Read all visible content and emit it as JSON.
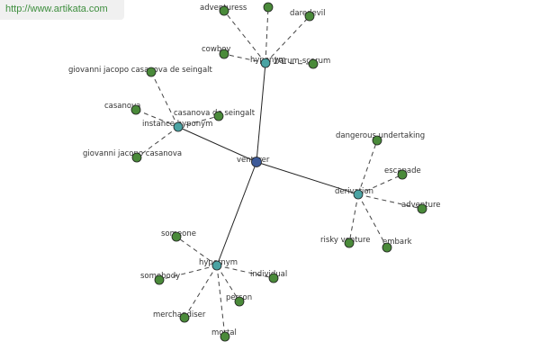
{
  "watermark": "http://www.artikata.com",
  "colors": {
    "center": "#3d5a99",
    "hub": "#4aa3a3",
    "leaf": "#4a8a3a",
    "edge": "#222222",
    "dashed_edge": "#444444"
  },
  "graph": {
    "center": {
      "id": "venturer",
      "label": "venturer"
    },
    "hubs": [
      {
        "id": "hyponym",
        "label": "hyponym",
        "leaves": [
          "adventuress",
          "daredevil",
          "harum-scarum",
          "cowboy",
          ""
        ]
      },
      {
        "id": "instance-hyponym",
        "label": "instance hyponym",
        "leaves": [
          "giovanni jacopo casanova de seingalt",
          "casanova",
          "casanova de seingalt",
          "giovanni jacopo casanova"
        ]
      },
      {
        "id": "derivation",
        "label": "derivation",
        "leaves": [
          "dangerous undertaking",
          "escapade",
          "adventure",
          "embark",
          "risky venture"
        ]
      },
      {
        "id": "hypernym",
        "label": "hypernym",
        "leaves": [
          "someone",
          "somebody",
          "individual",
          "person",
          "merchandiser",
          "mortal"
        ]
      }
    ]
  }
}
